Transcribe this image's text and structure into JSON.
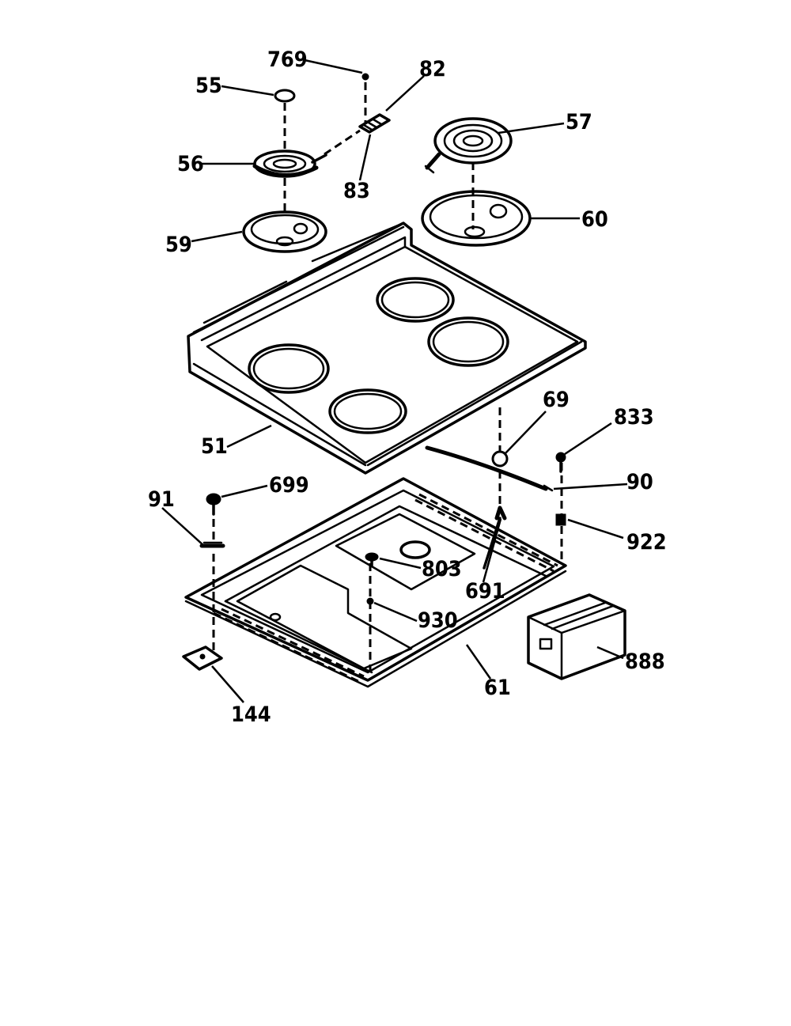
{
  "diagram": {
    "part_labels": {
      "p769": "769",
      "p82": "82",
      "p55": "55",
      "p57": "57",
      "p56": "56",
      "p83": "83",
      "p59": "59",
      "p60": "60",
      "p69": "69",
      "p833": "833",
      "p51": "51",
      "p699": "699",
      "p91": "91",
      "p90": "90",
      "p922": "922",
      "p803": "803",
      "p691": "691",
      "p930": "930",
      "p888": "888",
      "p61": "61",
      "p144": "144"
    }
  }
}
